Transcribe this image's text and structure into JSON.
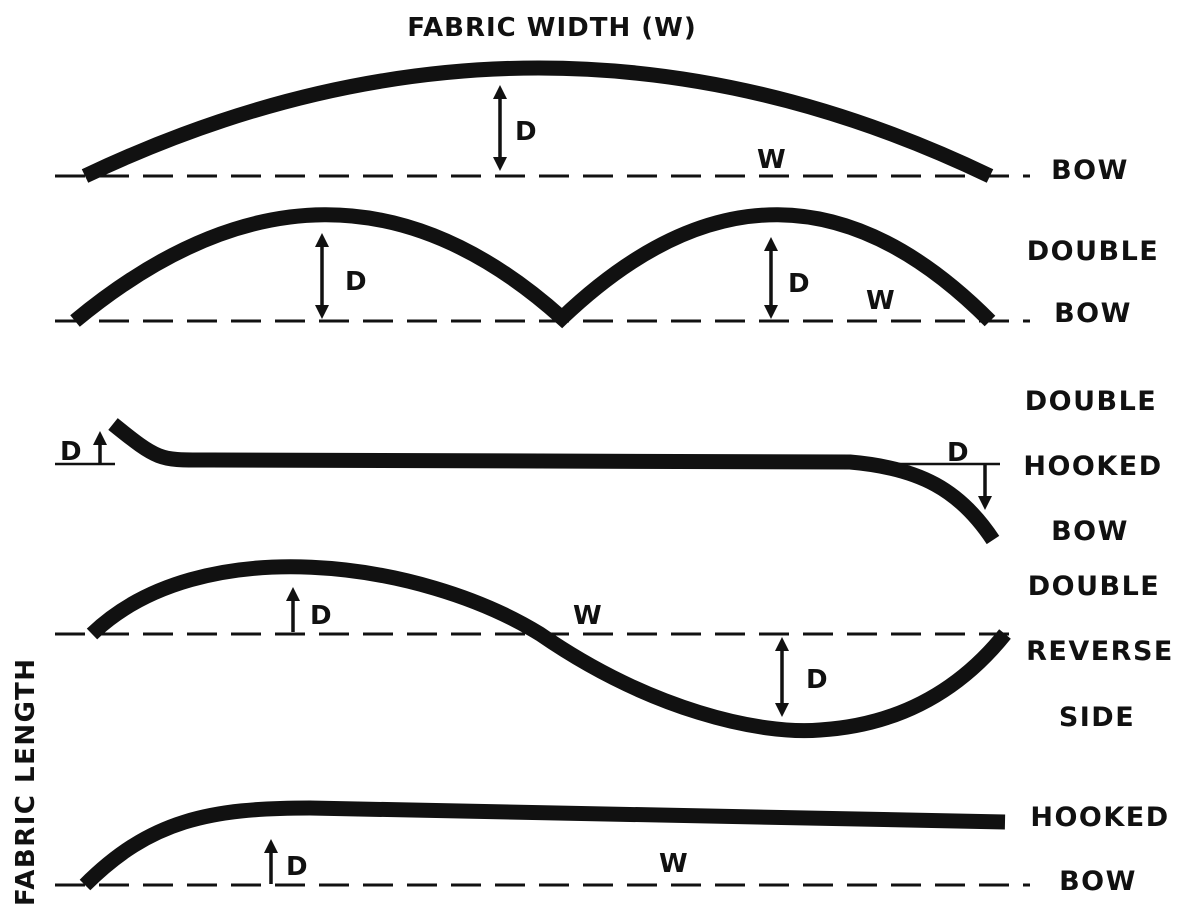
{
  "header": {
    "title": "FABRIC WIDTH (W)"
  },
  "side_axis": {
    "label": "FABRIC LENGTH"
  },
  "marks": {
    "depth": "D",
    "width": "W"
  },
  "rows": [
    {
      "label_lines": [
        "BOW"
      ]
    },
    {
      "label_lines": [
        "DOUBLE",
        "BOW"
      ]
    },
    {
      "label_lines": [
        "DOUBLE",
        "HOOKED",
        "BOW"
      ]
    },
    {
      "label_lines": [
        "DOUBLE",
        "REVERSE",
        "SIDE"
      ]
    },
    {
      "label_lines": [
        "HOOKED",
        "BOW"
      ]
    }
  ],
  "colors": {
    "ink": "#111111",
    "background": "#ffffff"
  }
}
